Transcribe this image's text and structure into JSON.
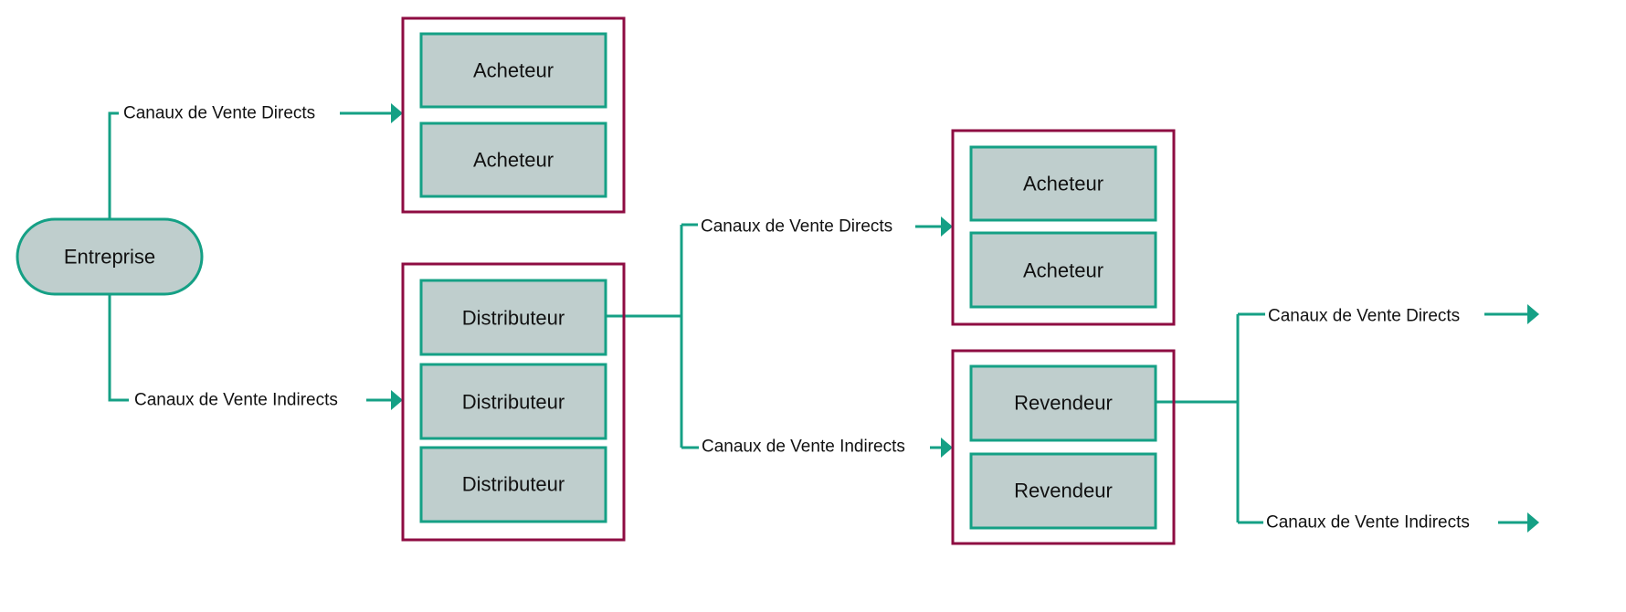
{
  "colors": {
    "connector": "#15a085",
    "node_fill": "#bfcecd",
    "node_border": "#15a085",
    "group_border": "#8e0c42",
    "text": "#111111"
  },
  "nodes": {
    "entreprise": "Entreprise",
    "acheteur_1": "Acheteur",
    "acheteur_2": "Acheteur",
    "distributeur_1": "Distributeur",
    "distributeur_2": "Distributeur",
    "distributeur_3": "Distributeur",
    "acheteur_3": "Acheteur",
    "acheteur_4": "Acheteur",
    "revendeur_1": "Revendeur",
    "revendeur_2": "Revendeur"
  },
  "edges": {
    "direct_1": "Canaux de Vente Directs",
    "indirect_1": "Canaux de Vente Indirects",
    "direct_2": "Canaux de Vente Directs",
    "indirect_2": "Canaux de Vente Indirects",
    "direct_3": "Canaux de Vente Directs",
    "indirect_3": "Canaux de Vente Indirects"
  }
}
